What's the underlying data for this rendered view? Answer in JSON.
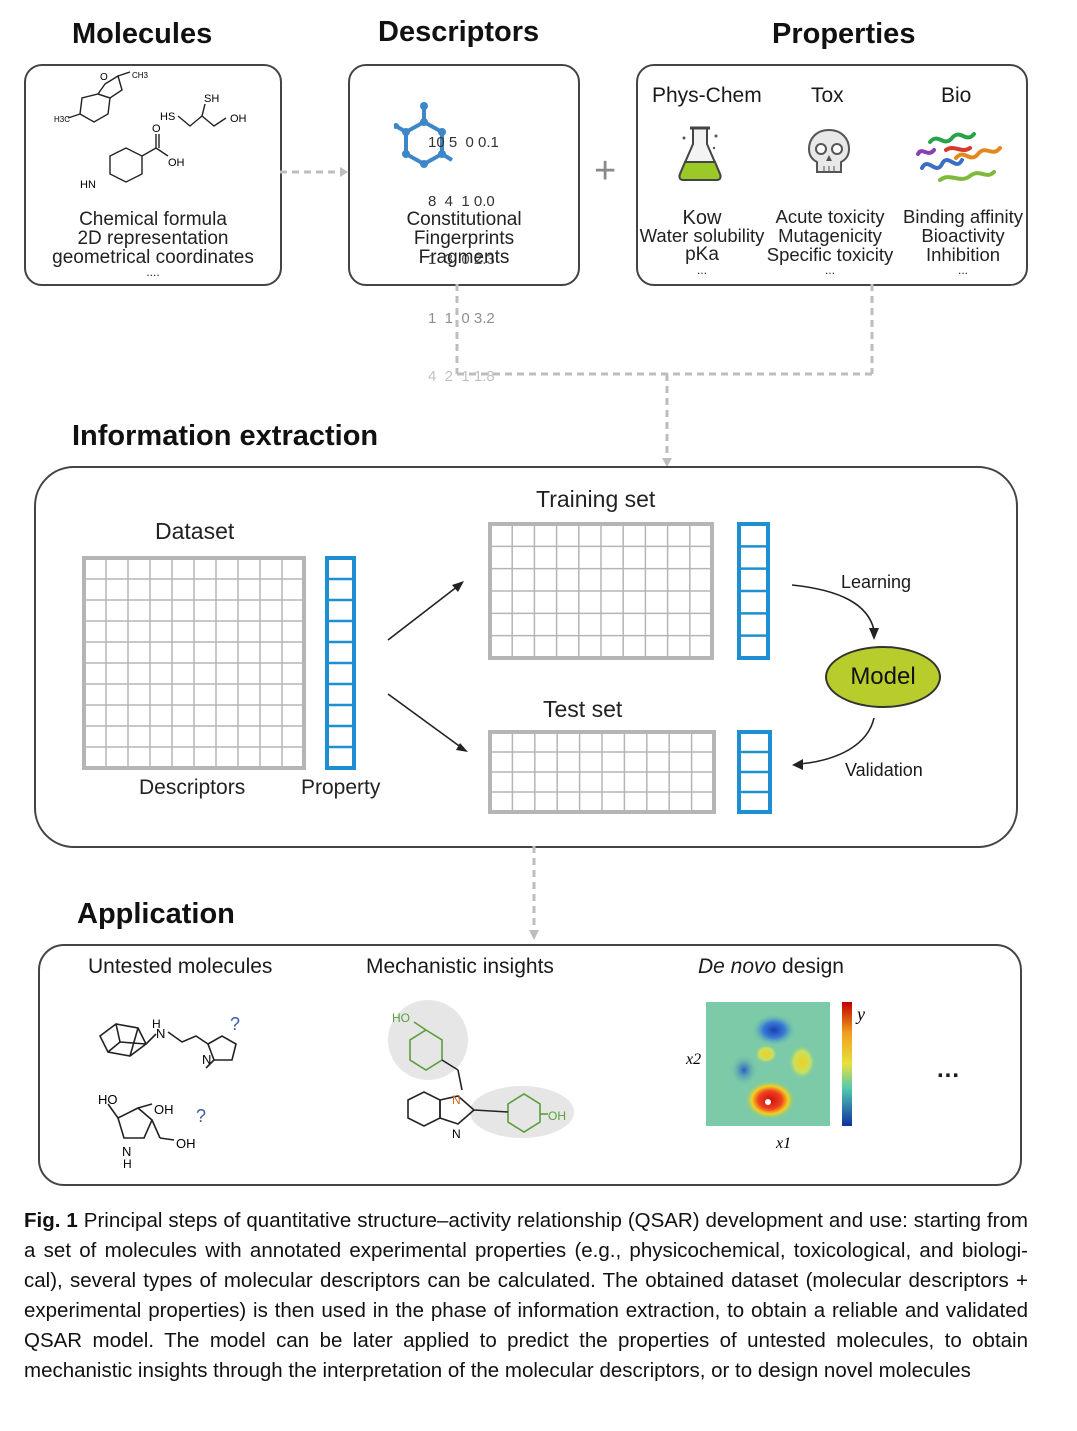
{
  "sections": {
    "molecules": "Molecules",
    "descriptors": "Descriptors",
    "properties": "Properties",
    "information_extraction": "Information extraction",
    "application": "Application"
  },
  "molecules_box": {
    "lines": [
      "Chemical formula",
      "2D representation",
      "geometrical coordinates",
      "...."
    ],
    "atom_labels": {
      "ch3": "CH3",
      "h3c": "H3C",
      "sh": "SH",
      "hs": "HS",
      "oh1": "OH",
      "o": "O",
      "oh2": "OH",
      "hn": "HN"
    }
  },
  "descriptors_box": {
    "matrix_rows": [
      "10 5  0 0.1",
      "8  4  1 0.0",
      "1  3  0 2.3",
      "1  1  0 3.2",
      "4  2  1 1.8"
    ],
    "lines": [
      "Constitutional",
      "Fingerprints",
      "Fragments"
    ]
  },
  "plus_sign": "+",
  "properties_box": {
    "columns": [
      {
        "title": "Phys-Chem",
        "icon": "flask-icon",
        "lines": [
          "Kow",
          "Water solubility",
          "pKa",
          "..."
        ]
      },
      {
        "title": "Tox",
        "icon": "skull-icon",
        "lines": [
          "Acute toxicity",
          "Mutagenicity",
          "Specific toxicity",
          "..."
        ]
      },
      {
        "title": "Bio",
        "icon": "protein-icon",
        "lines": [
          "Binding affinity",
          "Bioactivity",
          "Inhibition",
          "..."
        ]
      }
    ]
  },
  "extraction": {
    "dataset": "Dataset",
    "descriptors": "Descriptors",
    "property": "Property",
    "training_set": "Training set",
    "test_set": "Test set",
    "learning": "Learning",
    "model": "Model",
    "validation": "Validation"
  },
  "application_box": {
    "untested": "Untested molecules",
    "mechanistic": "Mechanistic insights",
    "denovo_italic": "De novo",
    "denovo_rest": " design",
    "question": "?",
    "atom_labels": {
      "nh": "N",
      "h": "H",
      "n": "N",
      "ho": "HO",
      "oh": "OH",
      "oh2": "OH",
      "nh2": "N",
      "h2": "H"
    },
    "mech_labels": {
      "ho": "HO",
      "oh": "OH",
      "n1": "N",
      "n2": "N"
    },
    "heatmap": {
      "x1": "x1",
      "x2": "x2",
      "y": "y"
    },
    "ellipsis": "..."
  },
  "caption": {
    "fig": "Fig. 1",
    "text": " Principal steps of quantitative structure–activity relationship (QSAR) development and use: starting from a set of molecules with annotated experimental properties (e.g., physicochemical, toxicological, and biologi­cal), several types of molecular descriptors can be calculated. The obtained dataset (molecular descrip­tors + experimental properties) is then used in the phase of information extraction, to obtain a reliable and validated QSAR model. The model can be later applied to predict the properties of untested molecules, to obtain mechanistic insights through the interpretation of the molecular descriptors, or to design novel molecules"
  },
  "colors": {
    "blue": "#1e8fd0",
    "model_green": "#b8cc2c",
    "grid_gray": "#b5b5b5",
    "connector_gray": "#b0b0b0"
  }
}
